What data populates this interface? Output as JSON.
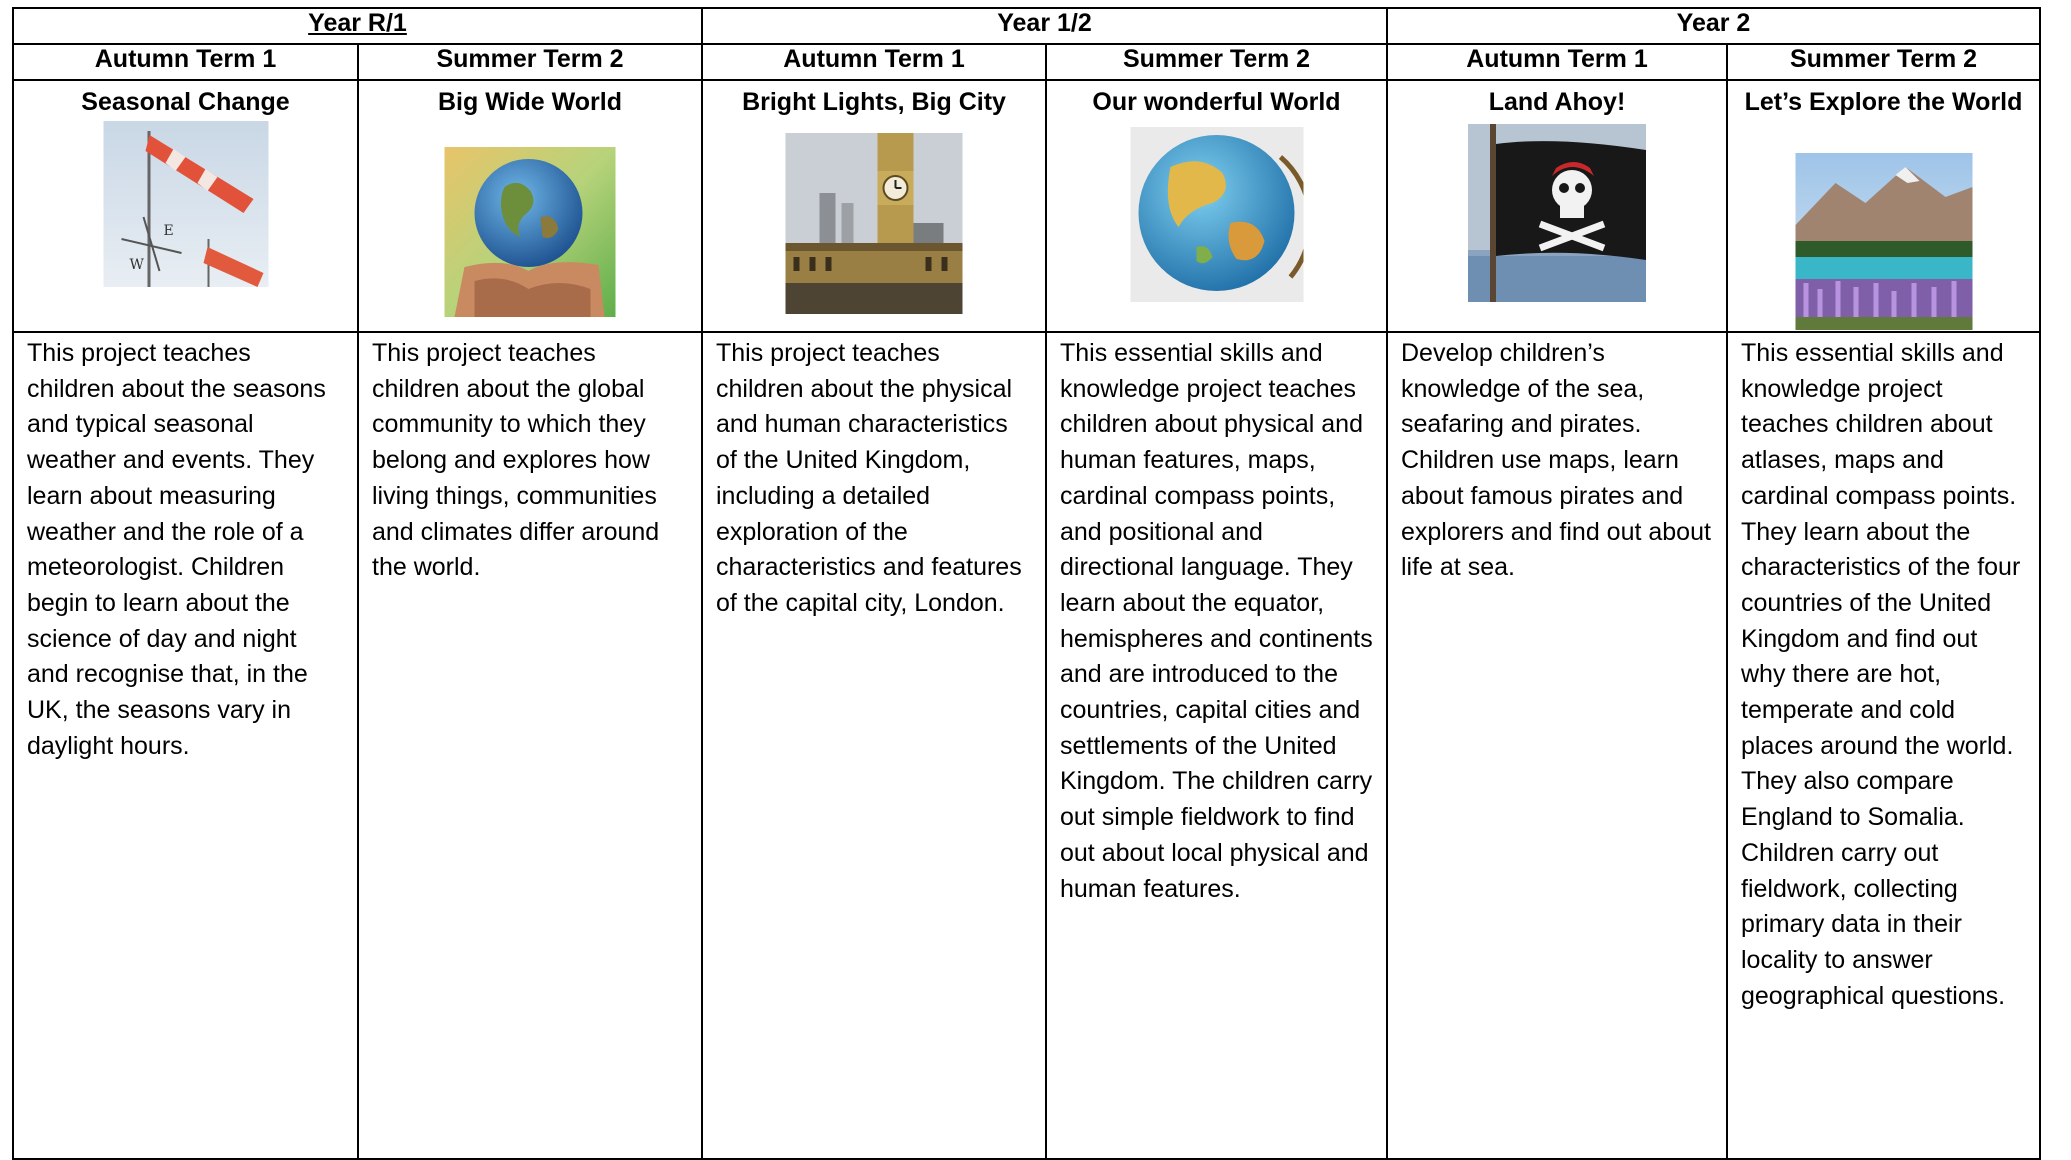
{
  "years": [
    {
      "label": "Year R/1",
      "underlined": true
    },
    {
      "label": "Year 1/2",
      "underlined": false
    },
    {
      "label": "Year 2",
      "underlined": false
    }
  ],
  "terms": [
    "Autumn Term 1",
    "Summer Term 2",
    "Autumn Term 1",
    "Summer Term 2",
    "Autumn Term 1",
    "Summer Term 2"
  ],
  "projects": [
    {
      "title": "Seasonal Change",
      "image": "windsock-weathervane-photo",
      "description": "This project teaches children about the seasons and typical seasonal weather and events. They learn about measuring weather and the role of a meteorologist. Children begin to learn about the science of day and night and recognise that, in the UK, the seasons vary in daylight hours."
    },
    {
      "title": "Big Wide World",
      "image": "earth-in-hands-photo",
      "description": "This project teaches children about the global community to which they belong and explores how living things, communities and climates differ around the world."
    },
    {
      "title": "Bright Lights, Big City",
      "image": "big-ben-london-photo",
      "description": "This project teaches children about the physical and human characteristics of the United Kingdom, including a detailed exploration of the characteristics and features of the capital city, London."
    },
    {
      "title": "Our wonderful World",
      "image": "globe-photo",
      "description": "This essential skills and knowledge project teaches children about physical and human features, maps, cardinal compass points, and positional and directional language. They learn about the equator, hemispheres and continents and are introduced to the countries, capital cities and settlements of the United Kingdom. The children carry out simple fieldwork to find out about local physical and human features."
    },
    {
      "title": "Land Ahoy!",
      "image": "pirate-flag-photo",
      "description": "Develop children’s knowledge of the sea, seafaring and pirates. Children use maps, learn about famous pirates and explorers and find out about life at sea."
    },
    {
      "title": "Let’s Explore the World",
      "image": "mountain-lake-lupins-photo",
      "description": "This essential skills and knowledge project teaches children about atlases, maps and cardinal compass points. They learn about the characteristics of the four countries of the United Kingdom and find out why there are hot, temperate and cold places around the world. They also compare England to Somalia. Children carry out fieldwork, collecting primary data in their locality to answer geographical questions."
    }
  ]
}
